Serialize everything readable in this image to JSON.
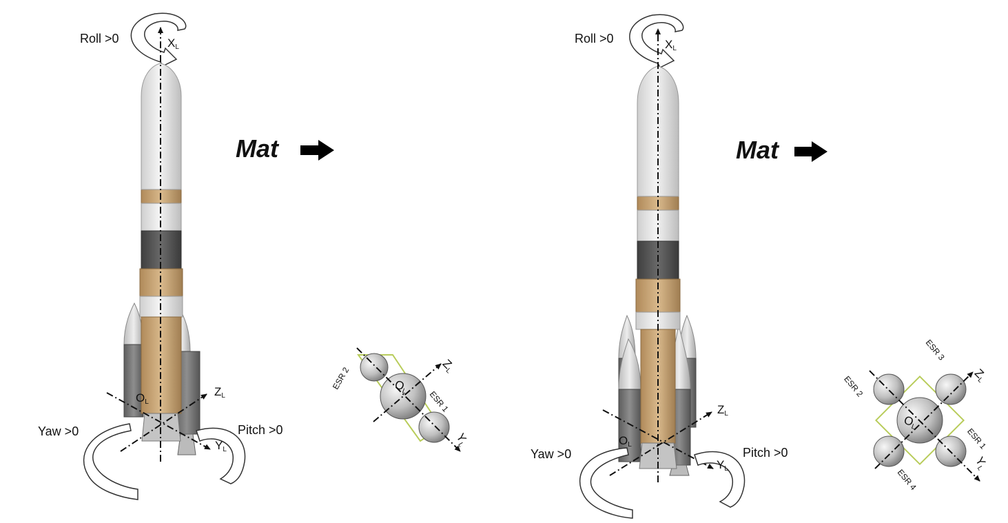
{
  "left_figure": {
    "roll": "Roll >0",
    "yaw": "Yaw >0",
    "pitch": "Pitch >0",
    "mat": "Mat",
    "axis_x": "X",
    "axis_y": "Y",
    "axis_z": "Z",
    "origin": "O",
    "subscript": "L",
    "esr": [
      "ESR 1",
      "ESR 2"
    ]
  },
  "right_figure": {
    "roll": "Roll >0",
    "yaw": "Yaw >0",
    "pitch": "Pitch >0",
    "mat": "Mat",
    "axis_x": "X",
    "axis_y": "Y",
    "axis_z": "Z",
    "origin": "O",
    "subscript": "L",
    "esr": [
      "ESR 1",
      "ESR 2",
      "ESR 3",
      "ESR 4"
    ]
  },
  "colors": {
    "fairing": "#e3e3e3",
    "tan": "#c9a77a",
    "dark": "#555555",
    "booster": "#7a7a7a",
    "steel": "#b8b8b8",
    "tray": "#b8cc5a"
  }
}
